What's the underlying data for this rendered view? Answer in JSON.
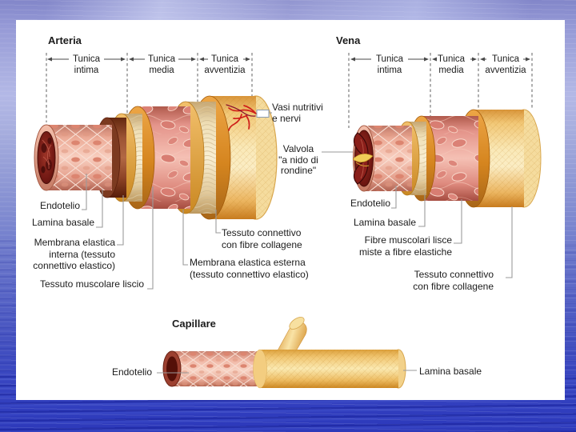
{
  "colors": {
    "background_top": "#8a8fd0",
    "background_bottom": "#2d39ba",
    "panel": "#ffffff",
    "outer_layer_yellow": "#f3c268",
    "muscle_pink": "#ec9c90",
    "endothelium_pink": "#f2baa9",
    "lumen_dark_red": "#6f1712",
    "rim_orange": "#d5821f",
    "pale_elastic_layer": "#f6ecca",
    "vessel_red": "#cf1f1a",
    "valve_yellow": "#f0cc58",
    "text": "#1c1c1c",
    "leader_line": "#9a9a9a"
  },
  "arteria": {
    "title": "Arteria",
    "tunics": [
      "Tunica\nintima",
      "Tunica\nmedia",
      "Tunica\navventizia"
    ],
    "labels": {
      "endotelio": "Endotelio",
      "lamina_basale": "Lamina basale",
      "membrana_interna": "Membrana elastica\ninterna (tessuto\nconnettivo elastico)",
      "tessuto_muscolare": "Tessuto muscolare liscio",
      "vasi_nutritivi": "Vasi nutritivi\ne nervi",
      "tessuto_connettivo": "Tessuto connettivo\ncon fibre collagene",
      "membrana_esterna": "Membrana elastica esterna\n(tessuto connettivo elastico)"
    }
  },
  "vena": {
    "title": "Vena",
    "tunics": [
      "Tunica\nintima",
      "Tunica\nmedia",
      "Tunica\navventizia"
    ],
    "labels": {
      "valvola": "Valvola\n\"a nido di\nrondine\"",
      "endotelio": "Endotelio",
      "lamina_basale": "Lamina basale",
      "fibre_muscolari": "Fibre muscolari lisce\nmiste a fibre elastiche",
      "tessuto_connettivo": "Tessuto connettivo\ncon fibre collagene"
    }
  },
  "capillare": {
    "title": "Capillare",
    "labels": {
      "endotelio": "Endotelio",
      "lamina_basale": "Lamina basale"
    }
  }
}
